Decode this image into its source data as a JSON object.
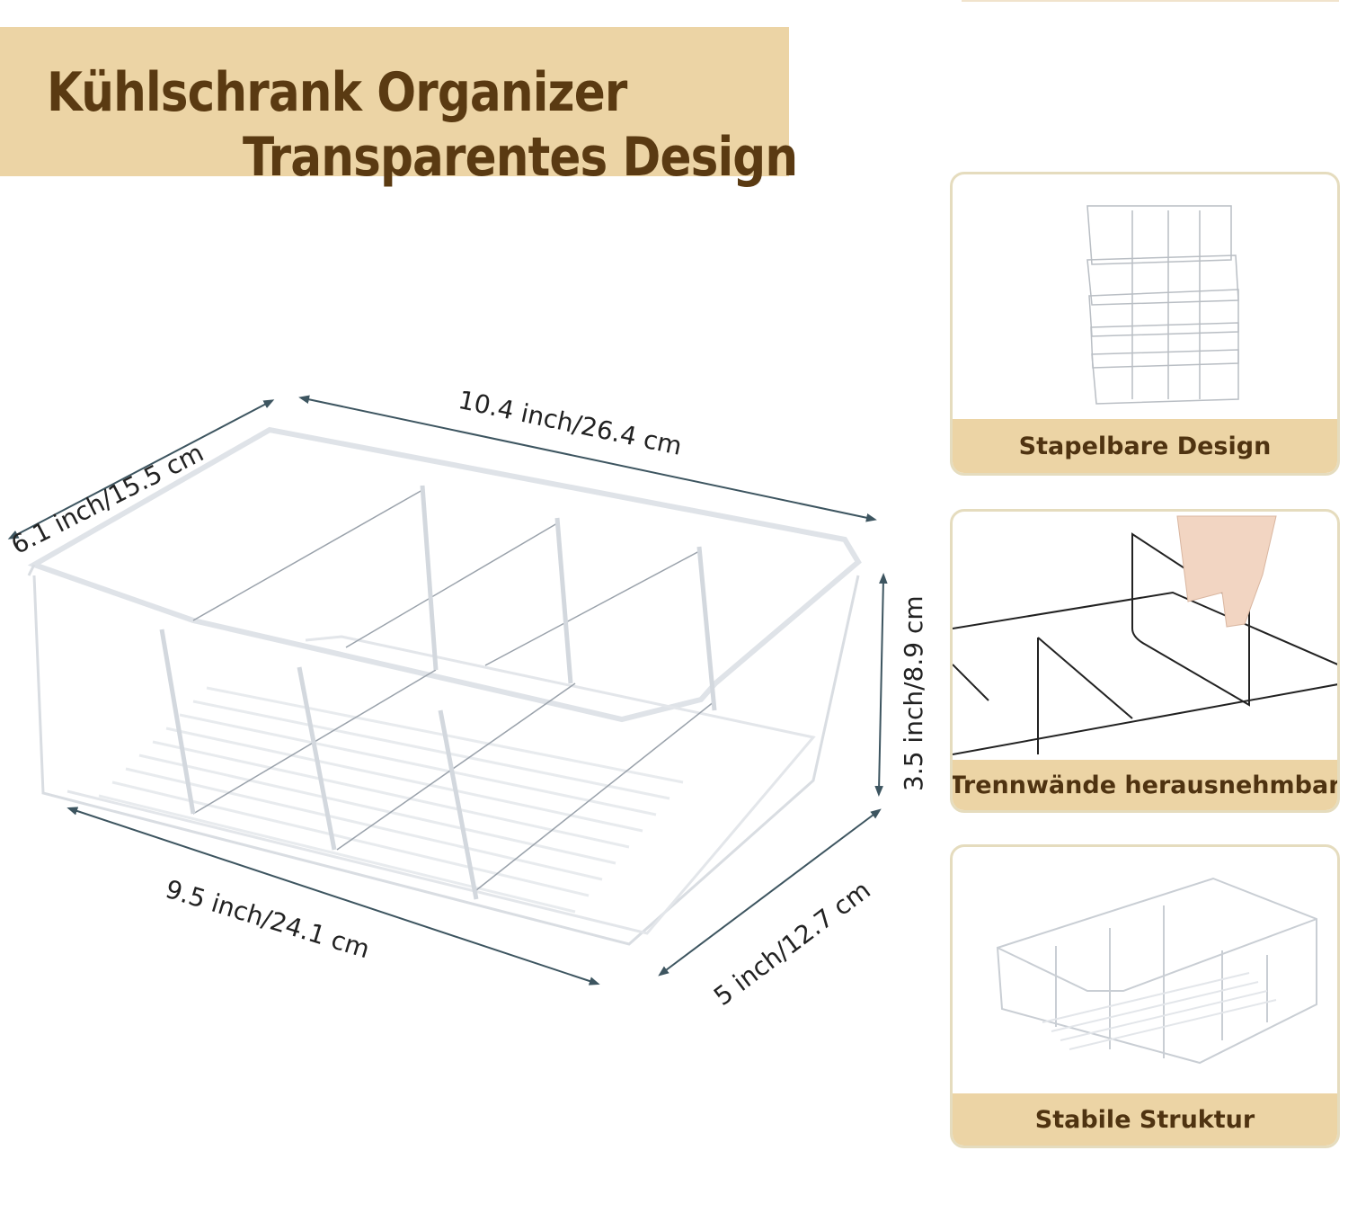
{
  "header": {
    "title_line1": "Kühlschrank Organizer",
    "title_line2": "Transparentes Design",
    "band_color": "#ecd4a5",
    "text_color": "#5a3a12"
  },
  "main_product": {
    "image": "clear-fridge-organizer-bin-with-4-dividers",
    "dimensions": {
      "depth_top": "6.1 inch/15.5 cm",
      "length_top": "10.4 inch/26.4 cm",
      "height": "3.5 inch/8.9 cm",
      "length_bottom": "9.5 inch/24.1 cm",
      "depth_bottom": "5 inch/12.7 cm"
    },
    "arrow_color": "#3d5560"
  },
  "feature_cards": [
    {
      "caption": "Stapelbare Design",
      "image": "stacked-bins"
    },
    {
      "caption": "Trennwände herausnehmbar",
      "image": "hand-removing-divider"
    },
    {
      "caption": "Stabile Struktur",
      "image": "single-bin-with-dividers"
    }
  ],
  "colors": {
    "caption_band": "#ecd4a5",
    "caption_text": "#4f3311",
    "card_border": "#e5dcbe"
  }
}
